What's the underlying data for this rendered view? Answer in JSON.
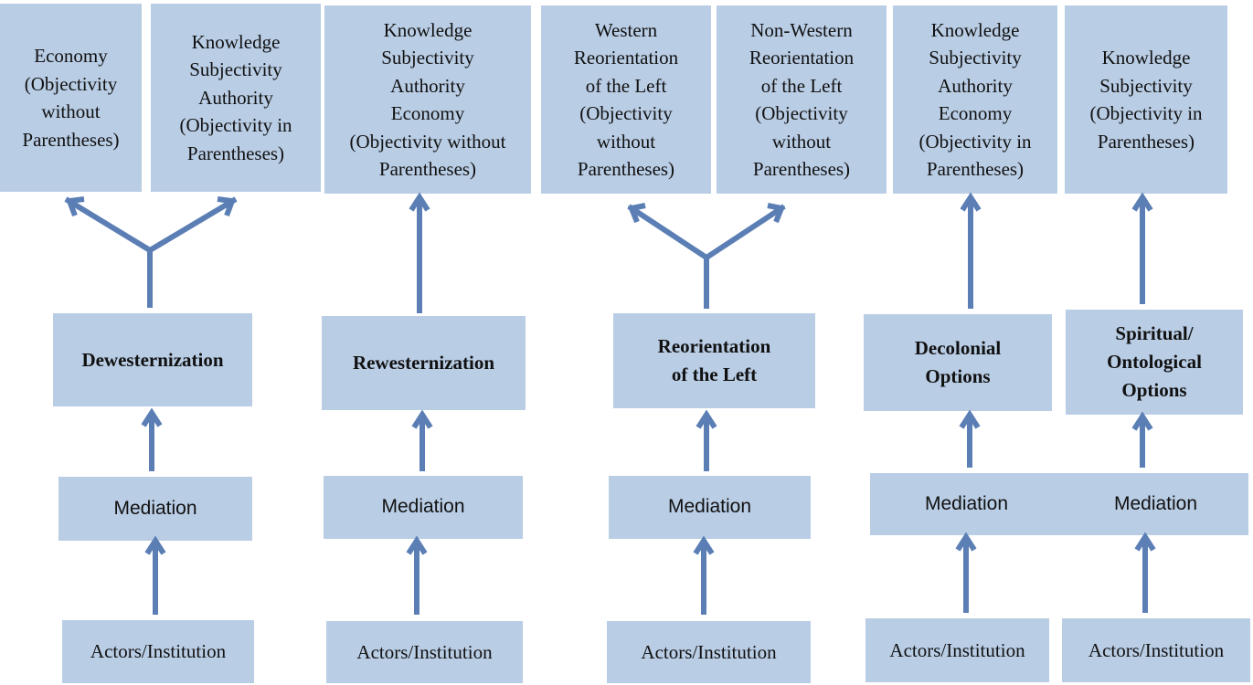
{
  "top_boxes": [
    {
      "lines": [
        "Economy",
        "(Objectivity",
        "without",
        "Parentheses)"
      ]
    },
    {
      "lines": [
        "Knowledge",
        "Subjectivity",
        "Authority",
        "(Objectivity in",
        "Parentheses)"
      ]
    },
    {
      "lines": [
        "Knowledge",
        "Subjectivity",
        "Authority",
        "Economy",
        "(Objectivity without",
        "Parentheses)"
      ]
    },
    {
      "lines": [
        "Western",
        "Reorientation",
        "of the Left",
        "(Objectivity",
        "without",
        "Parentheses)"
      ]
    },
    {
      "lines": [
        "Non-Western",
        "Reorientation",
        "of the Left",
        "(Objectivity",
        "without",
        "Parentheses)"
      ]
    },
    {
      "lines": [
        "Knowledge",
        "Subjectivity",
        "Authority",
        "Economy",
        "(Objectivity in",
        "Parentheses)"
      ]
    },
    {
      "lines": [
        "Knowledge",
        "Subjectivity",
        "(Objectivity in",
        "Parentheses)"
      ]
    }
  ],
  "options": [
    {
      "lines": [
        "Dewesternization"
      ]
    },
    {
      "lines": [
        "Rewesternization"
      ]
    },
    {
      "lines": [
        "Reorientation",
        "of the Left"
      ]
    },
    {
      "lines": [
        "Decolonial",
        "Options"
      ]
    },
    {
      "lines": [
        "Spiritual/",
        "Ontological",
        "Options"
      ]
    }
  ],
  "mediation": [
    "Mediation",
    "Mediation",
    "Mediation",
    "Mediation",
    "Mediation"
  ],
  "actors": [
    "Actors/Institution",
    "Actors/Institution",
    "Actors/Institution",
    "Actors/Institution",
    "Actors/Institution"
  ],
  "colors": {
    "box_fill": "#b9cde5",
    "arrow": "#5b7fb5"
  }
}
